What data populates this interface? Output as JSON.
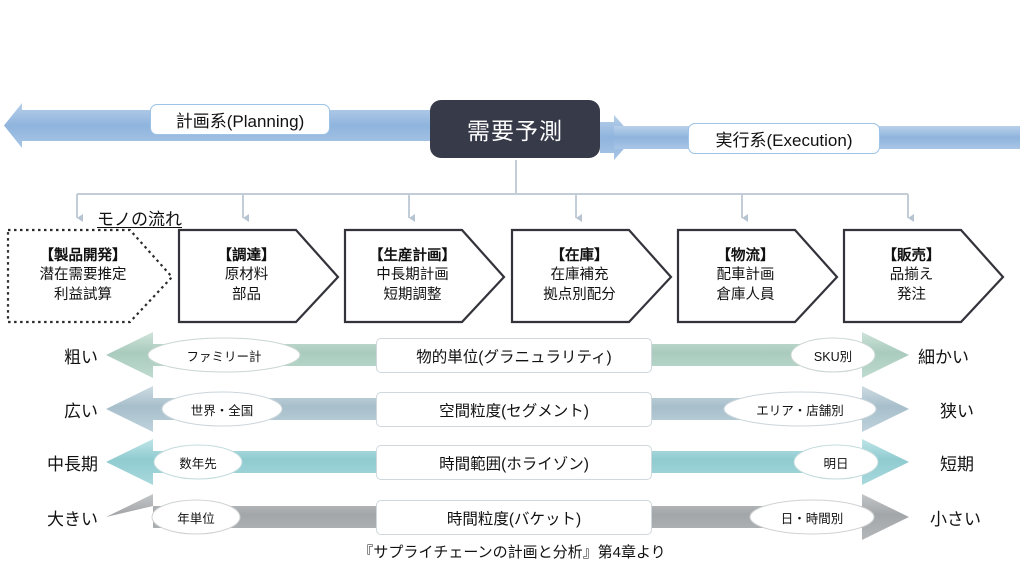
{
  "banner": {
    "planning_label": "計画系(Planning)",
    "execution_label": "実行系(Execution)",
    "center_label": "需要予測",
    "planning_arrow_icon": "left-arrow-icon",
    "execution_arrow_icon": "right-arrow-icon",
    "colors": {
      "arrow_fill_start": "#a8c4e4",
      "arrow_fill_end": "#8fb4dd",
      "center_box": "#373a48",
      "pill_border": "#9dc3e6"
    }
  },
  "flow": {
    "label": "モノの流れ",
    "connector_color": "#c3cdd8",
    "stages": [
      {
        "id": "product-development",
        "title": "【製品開発】",
        "line2": "潜在需要推定",
        "line3": "利益試算",
        "border": "dotted"
      },
      {
        "id": "procurement",
        "title": "【調達】",
        "line2": "原材料",
        "line3": "部品",
        "border": "solid"
      },
      {
        "id": "production-planning",
        "title": "【生産計画】",
        "line2": "中長期計画",
        "line3": "短期調整",
        "border": "solid"
      },
      {
        "id": "inventory",
        "title": "【在庫】",
        "line2": "在庫補充",
        "line3": "拠点別配分",
        "border": "solid"
      },
      {
        "id": "logistics",
        "title": "【物流】",
        "line2": "配車計画",
        "line3": "倉庫人員",
        "border": "solid"
      },
      {
        "id": "sales",
        "title": "【販売】",
        "line2": "品揃え",
        "line3": "発注",
        "border": "solid"
      }
    ]
  },
  "axes": [
    {
      "id": "granularity",
      "left_end": "粗い",
      "right_end": "細かい",
      "left_bubble": "ファミリー計",
      "right_bubble": "SKU別",
      "center": "物的単位(グラニュラリティ)",
      "color": "#a9cbbd"
    },
    {
      "id": "spatial-granularity",
      "left_end": "広い",
      "right_end": "狭い",
      "left_bubble": "世界・全国",
      "right_bubble": "エリア・店舗別",
      "center": "空間粒度(セグメント)",
      "color": "#a7bfcb"
    },
    {
      "id": "horizon",
      "left_end": "中長期",
      "right_end": "短期",
      "left_bubble": "数年先",
      "right_bubble": "明日",
      "center": "時間範囲(ホライゾン)",
      "color": "#8fcbd0"
    },
    {
      "id": "bucket",
      "left_end": "大きい",
      "right_end": "小さい",
      "left_bubble": "年単位",
      "right_bubble": "日・時間別",
      "center": "時間粒度(バケット)",
      "color": "#a3a6a8"
    }
  ],
  "caption": "『サプライチェーンの計画と分析』第4章より"
}
